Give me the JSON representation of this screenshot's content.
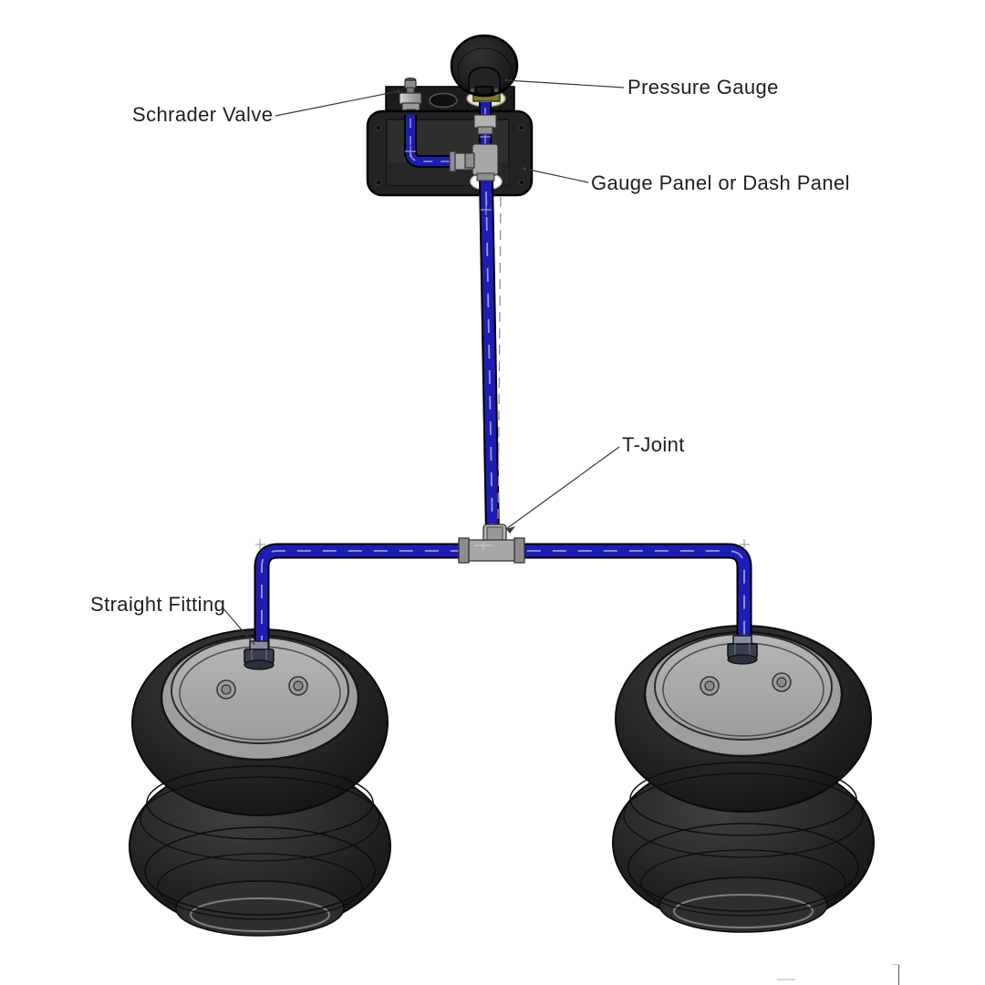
{
  "diagram": {
    "labels": {
      "pressure_gauge": "Pressure Gauge",
      "schrader_valve": "Schrader Valve",
      "gauge_panel": "Gauge Panel or Dash Panel",
      "t_joint": "T-Joint",
      "straight_fitting": "Straight Fitting"
    },
    "colors": {
      "background": "#ffffff",
      "tube_blue": "#1d1db5",
      "tube_outline": "#000000",
      "tube_dash_highlight": "#a9a9c6",
      "phantom_line": "#8f8f8f",
      "panel_dark": "#232323",
      "panel_inner": "#2e2e2e",
      "fitting_gray": "#a7a7a7",
      "collar_gray": "#8d8d8d",
      "plate_gray": "#ababab",
      "collar_plate_gray": "#9e9e9e",
      "bag_dark": "#262626",
      "gauge_black": "#1a1a1a",
      "gauge_connector_olive": "#7a7a24",
      "gauge_seat_cream": "#e9e5d2",
      "leader": "#3a3a3a",
      "frame_line": "#6a6a6a"
    }
  }
}
